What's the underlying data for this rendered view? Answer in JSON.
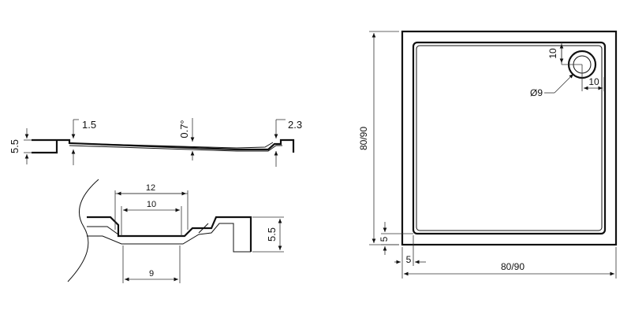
{
  "side_profile": {
    "dim_height_left": "5.5",
    "dim_rim_left": "1.5",
    "dim_slope": "0.7°",
    "dim_rim_right": "2.3"
  },
  "detail_section": {
    "dim_outer_width": "12",
    "dim_inner_width": "10",
    "dim_bottom_width": "9",
    "dim_height": "5.5"
  },
  "top_view": {
    "dim_drain_offset_y": "10",
    "dim_drain_offset_x": "10",
    "dim_drain_diameter": "Ø9",
    "dim_overall_height": "80/90",
    "dim_overall_width": "80/90",
    "dim_rim_y": "5",
    "dim_rim_x": "5"
  }
}
